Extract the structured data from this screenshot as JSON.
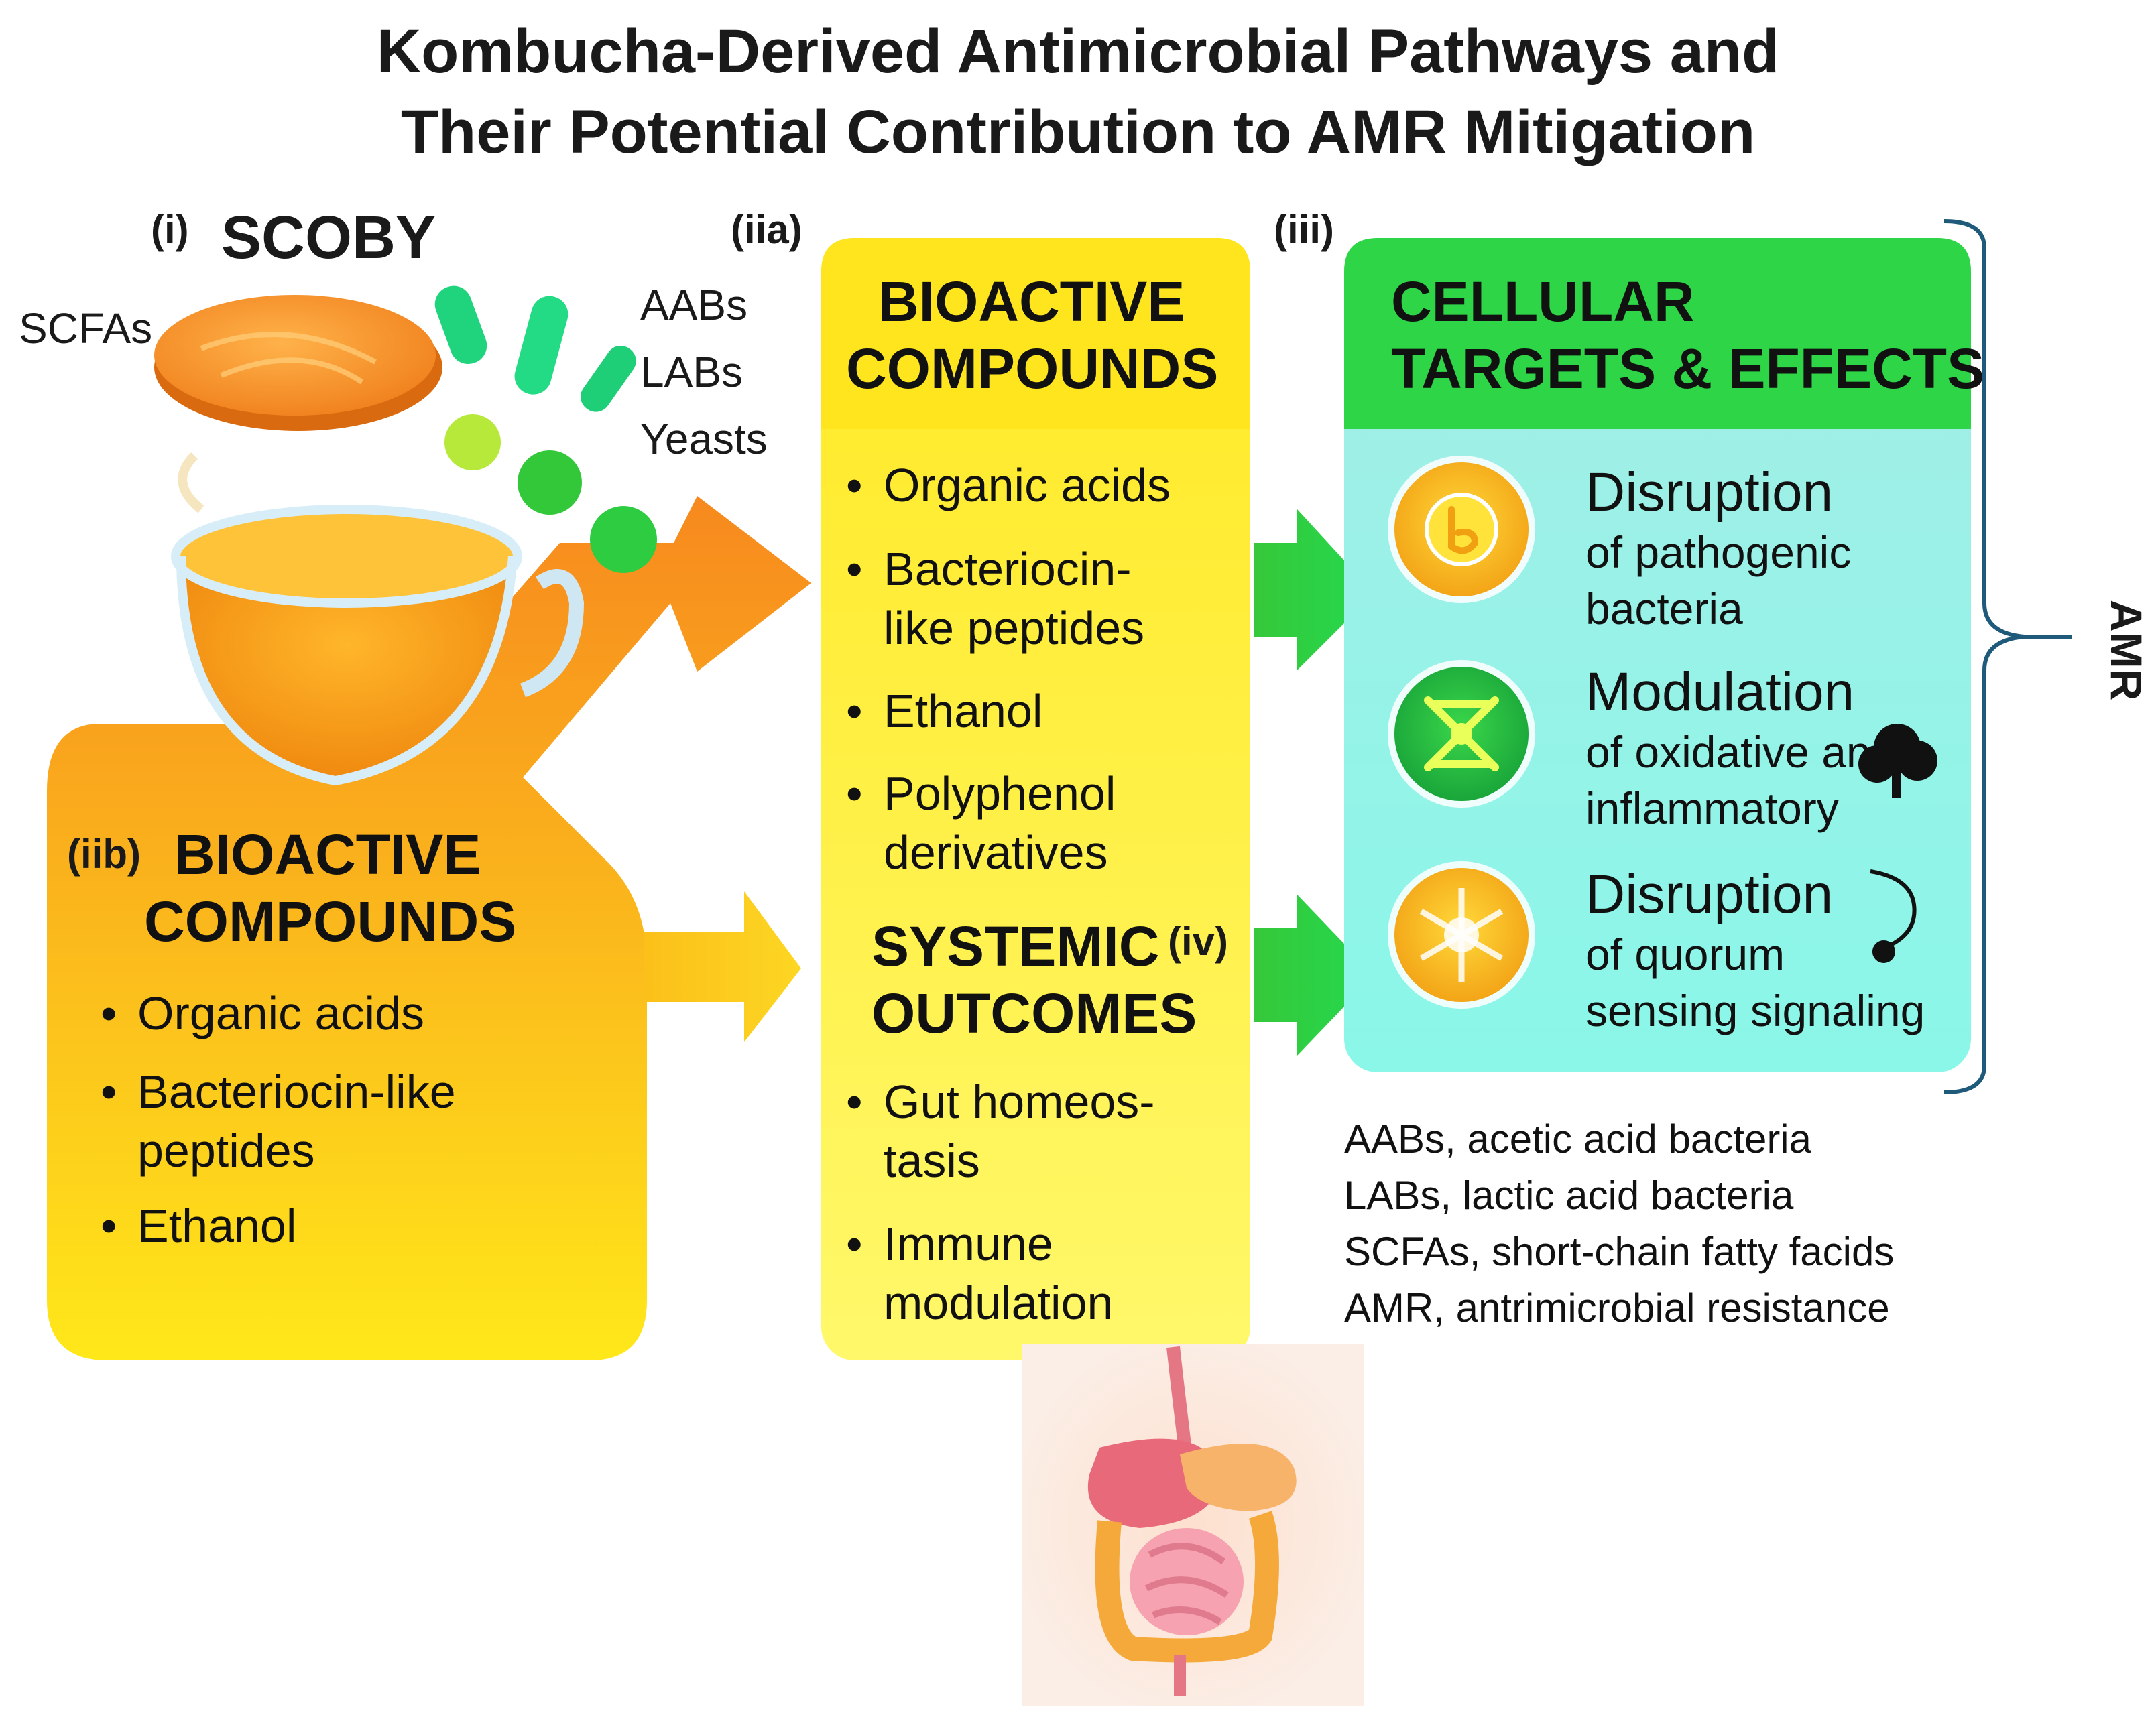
{
  "title": {
    "line1": "Kombucha-Derived Antimicrobial Pathways and",
    "line2": "Their Potential Contribution to AMR Mitigation"
  },
  "scoby": {
    "label": "(i)",
    "heading": "SCOBY",
    "scfas": "SCFAs",
    "microbes": [
      "AABs",
      "LABs",
      "Yeasts"
    ]
  },
  "panel_iia": {
    "label": "(iia)",
    "heading": [
      "BIOACTIVE",
      "COMPOUNDS"
    ],
    "items": [
      [
        "Organic acids"
      ],
      [
        "Bacteriocin-",
        "like peptides"
      ],
      [
        "Ethanol"
      ],
      [
        "Polyphenol",
        "derivatives"
      ]
    ]
  },
  "panel_iib": {
    "label": "(iib)",
    "heading": [
      "BIOACTIVE",
      "COMPOUNDS"
    ],
    "items": [
      [
        "Organic acids"
      ],
      [
        "Bacteriocin-like",
        "peptides"
      ],
      [
        "Ethanol"
      ]
    ]
  },
  "panel_iv": {
    "label": "(iv)",
    "heading": [
      "SYSTEMIC",
      "OUTCOMES"
    ],
    "items": [
      [
        "Gut homeos-",
        "tasis"
      ],
      [
        "Immune",
        "modulation"
      ]
    ]
  },
  "panel_iii": {
    "label": "(iii)",
    "heading": [
      "CELLULAR",
      "TARGETS & EFFECTS"
    ],
    "effects": [
      {
        "title": "Disruption",
        "sub": [
          "of pathogenic",
          "bacteria"
        ]
      },
      {
        "title": "Modulation",
        "sub": [
          "of oxidative and",
          "inflammatory"
        ]
      },
      {
        "title": "Disruption",
        "sub": [
          "of quorum",
          "sensing signaling"
        ]
      }
    ]
  },
  "amr_bracket_label": "AMR",
  "legend": [
    "AABs, acetic acid bacteria",
    "LABs, lactic acid bacteria",
    "SCFAs, short-chain fatty facids",
    "AMR, antrimicrobial resistance"
  ],
  "colors": {
    "orange": "#f7941d",
    "yellow": "#fff35a",
    "green": "#2dd84a",
    "aqua": "#8ff5e6",
    "bracket": "#1f5a7a"
  }
}
